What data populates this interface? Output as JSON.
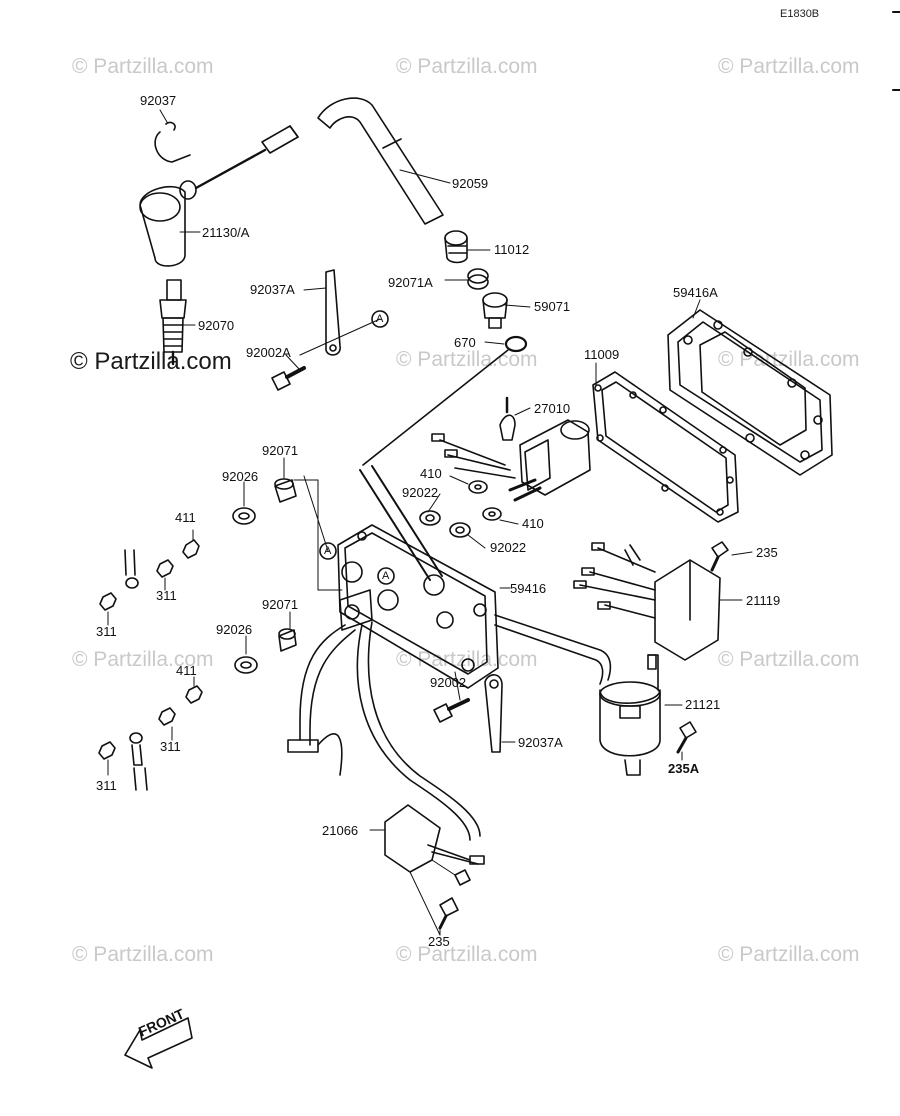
{
  "diagram_code": "E1830B",
  "watermark": "© Partzilla.com",
  "labels": {
    "p92037": "92037",
    "p92059": "92059",
    "p21130": "21130/A",
    "p11012": "11012",
    "p92071A": "92071A",
    "p59071": "59071",
    "p92037A_top": "92037A",
    "p92070": "92070",
    "p59416A": "59416A",
    "p670": "670",
    "p92002A": "92002A",
    "p11009": "11009",
    "p27010": "27010",
    "p92071_top": "92071",
    "p92026_top": "92026",
    "p410_a": "410",
    "p92022_a": "92022",
    "p410_b": "410",
    "p92022_b": "92022",
    "p411_top": "411",
    "p311_a": "311",
    "p311_b": "311",
    "p235_top": "235",
    "p59416": "59416",
    "p21119": "21119",
    "p92071_mid": "92071",
    "p92026_mid": "92026",
    "p411_mid": "411",
    "p92002": "92002",
    "p21121": "21121",
    "p92037A_bot": "92037A",
    "p311_c": "311",
    "p311_d": "311",
    "p235A": "235A",
    "p21066": "21066",
    "p235_bot": "235",
    "front": "FRONT",
    "ref_a": "A"
  }
}
